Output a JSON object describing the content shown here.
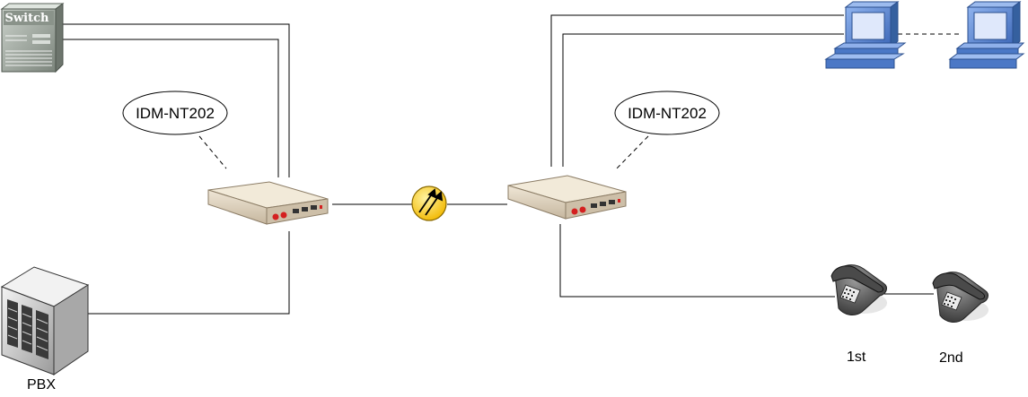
{
  "devices": {
    "switch_label": "Switch",
    "pbx_label": "PBX",
    "converter_left_callout": "IDM-NT202",
    "converter_right_callout": "IDM-NT202",
    "phone_1_label": "1st",
    "phone_2_label": "2nd"
  },
  "colors": {
    "converter_body": "#d9ccb8",
    "converter_port_red": "#d42020",
    "fiber_link": "#f5c400",
    "pc_blue": "#4f7fd0",
    "switch_gray": "#9aa39a",
    "phone_gray": "#555555"
  },
  "icons": [
    "switch-icon",
    "pbx-icon",
    "media-converter-icon",
    "fiber-link-icon",
    "computer-icon",
    "telephone-icon"
  ]
}
